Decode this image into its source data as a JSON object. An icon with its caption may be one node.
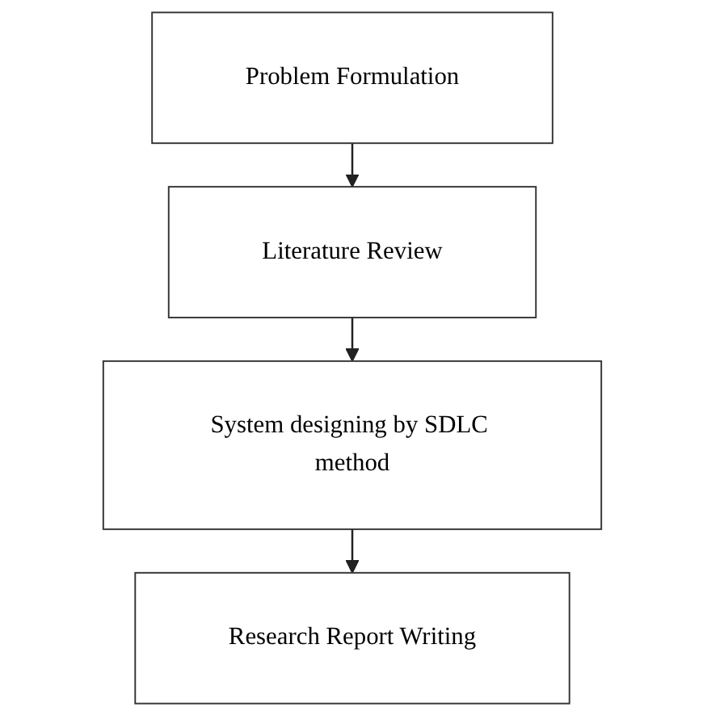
{
  "diagram": {
    "nodes": [
      {
        "text": [
          "Problem Formulation"
        ]
      },
      {
        "text": [
          "Literature Review"
        ]
      },
      {
        "text": [
          "System designing by SDLC method"
        ]
      },
      {
        "text": [
          "Research Report Writing"
        ]
      }
    ],
    "edges": [
      {
        "from": 0,
        "to": 1,
        "arrow": "to"
      },
      {
        "from": 1,
        "to": 2,
        "arrow": "to"
      },
      {
        "from": 2,
        "to": 3,
        "arrow": "to"
      }
    ]
  }
}
